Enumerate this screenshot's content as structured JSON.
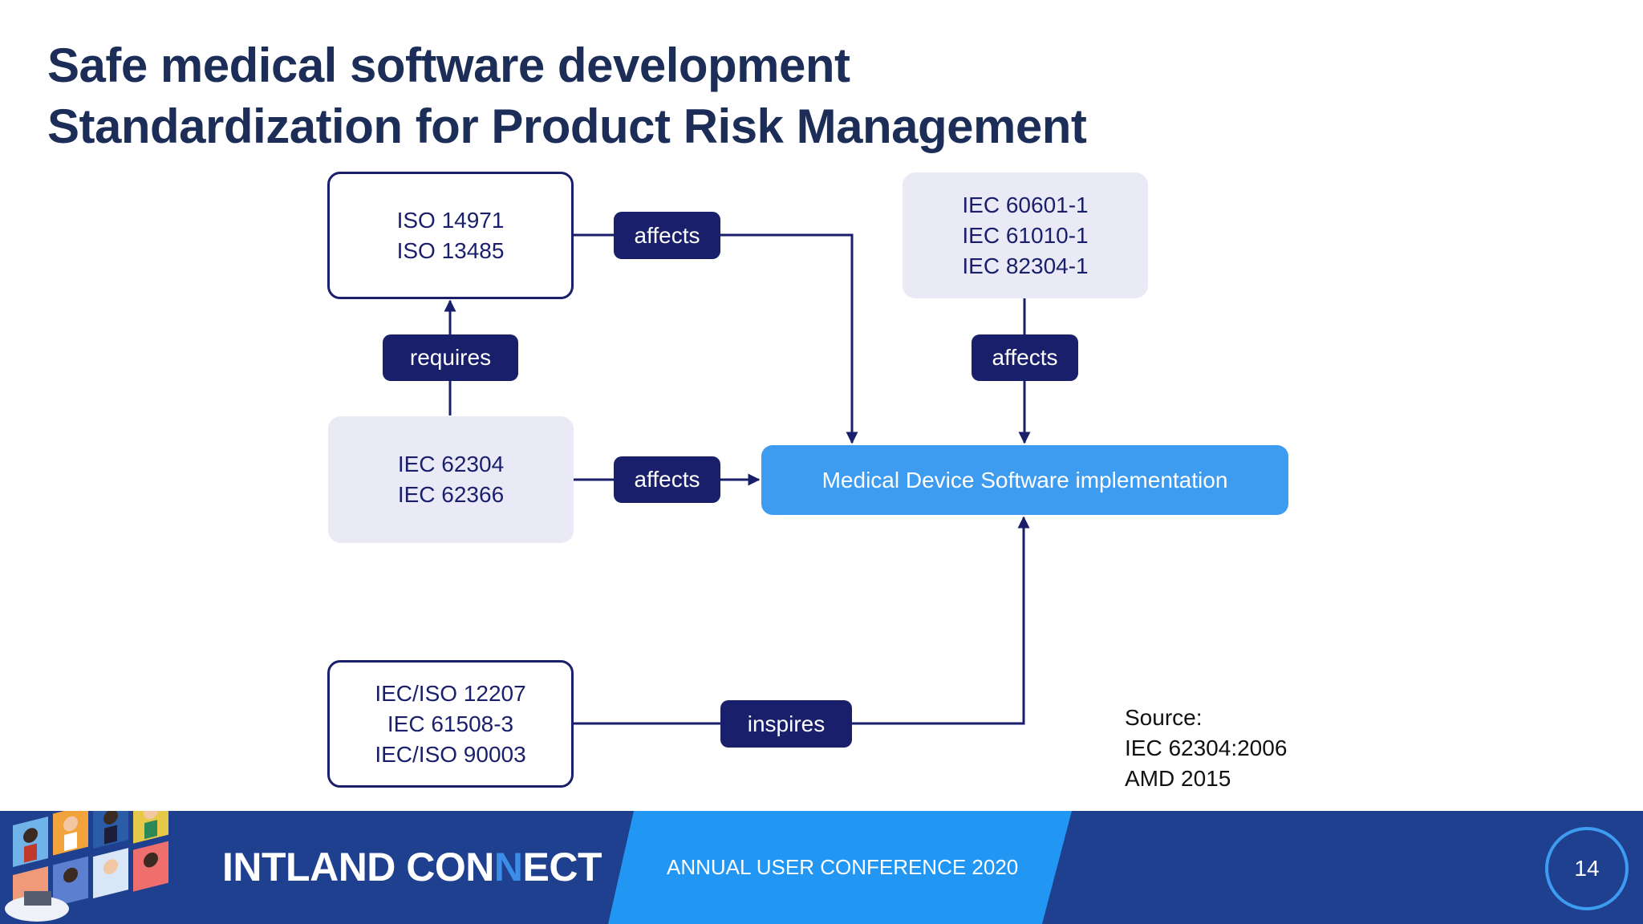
{
  "slide": {
    "title_line1": "Safe medical software development",
    "title_line2": "Standardization for Product Risk Management"
  },
  "diagram": {
    "nodes": {
      "iso_quality": [
        "ISO 14971",
        "ISO 13485"
      ],
      "iec_device": [
        "IEC 60601-1",
        "IEC 61010-1",
        "IEC 82304-1"
      ],
      "iec_software": [
        "IEC 62304",
        "IEC 62366"
      ],
      "iec_iso_process": [
        "IEC/ISO 12207",
        "IEC 61508-3",
        "IEC/ISO 90003"
      ],
      "target": "Medical Device Software implementation"
    },
    "edges": [
      {
        "from": "iso_quality",
        "to": "target",
        "label": "affects"
      },
      {
        "from": "iec_device",
        "to": "target",
        "label": "affects"
      },
      {
        "from": "iec_software",
        "to": "iso_quality",
        "label": "requires"
      },
      {
        "from": "iec_software",
        "to": "target",
        "label": "affects"
      },
      {
        "from": "iec_iso_process",
        "to": "target",
        "label": "inspires"
      }
    ]
  },
  "source_note": [
    "Source:",
    "IEC 62304:2006",
    "AMD 2015"
  ],
  "footer": {
    "brand_part1": "INTLAND CON",
    "brand_accent": "N",
    "brand_part2": "ECT",
    "conference": "ANNUAL USER CONFERENCE 2020",
    "page_number": "14"
  },
  "colors": {
    "title": "#1c2e57",
    "navy": "#1a1f6b",
    "box_fill": "#e9eaf6",
    "target_fill": "#3d9bf0",
    "footer_dark": "#1f3f8f",
    "footer_light": "#2196f3"
  }
}
